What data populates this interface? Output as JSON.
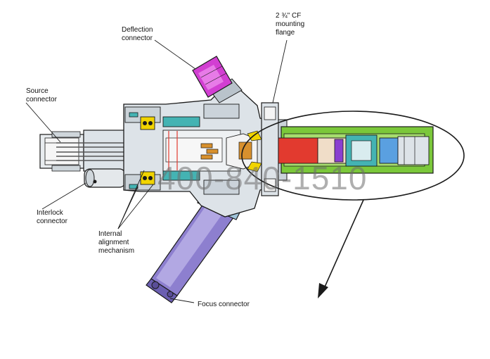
{
  "labels": {
    "deflection_connector": "Deflection\nconnector",
    "mounting_flange": "2 ¾\" CF\nmounting\nflange",
    "source_connector": "Source\nconnector",
    "interlock_connector": "Interlock\nconnector",
    "internal_alignment": "Internal\nalignment\nmechanism",
    "focus_connector": "Focus connector"
  },
  "watermark": "400-840-1510",
  "colors": {
    "outline": "#1a1a1a",
    "body_grey": "#dde3e8",
    "deflection_magenta": "#d23fd2",
    "focus_purple": "#8d7fcf",
    "teal": "#44b3b3",
    "yellow": "#f1d400",
    "green": "#7bc83a",
    "red": "#e23a2f",
    "pin_orange": "#d8902d"
  }
}
